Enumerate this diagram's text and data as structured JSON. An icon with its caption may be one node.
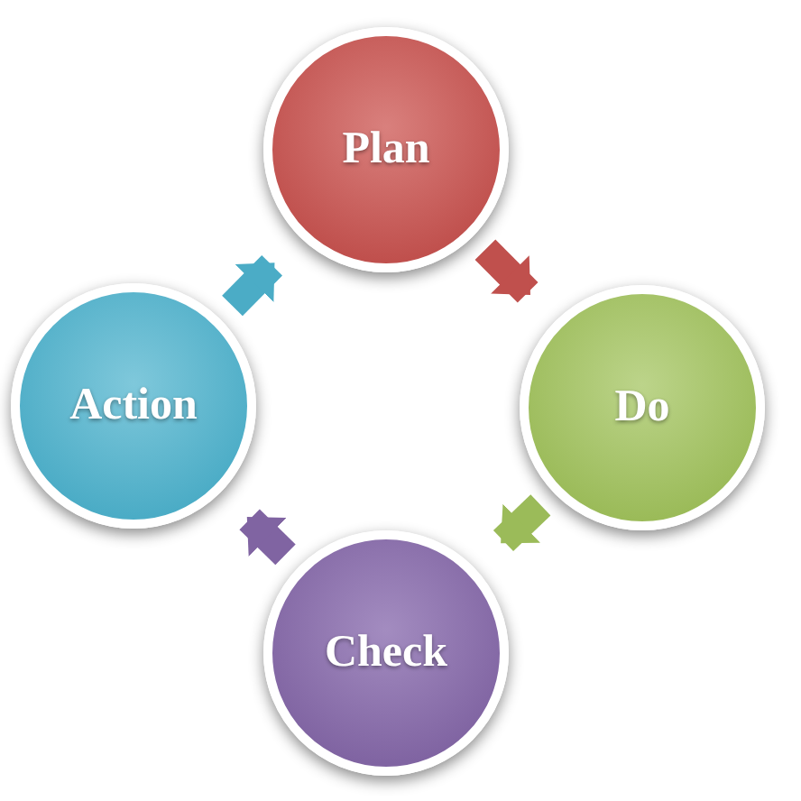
{
  "diagram": {
    "nodes": [
      {
        "text": [
          "Plan"
        ]
      },
      {
        "text": [
          "Do"
        ]
      },
      {
        "text": [
          "Check"
        ]
      },
      {
        "text": [
          "Action"
        ]
      }
    ],
    "edges": [
      {
        "from": 0,
        "to": 1,
        "arrow": "to",
        "color": "#c0504d"
      },
      {
        "from": 1,
        "to": 2,
        "arrow": "to",
        "color": "#9bbb59"
      },
      {
        "from": 2,
        "to": 3,
        "arrow": "to",
        "color": "#8064a2"
      },
      {
        "from": 3,
        "to": 0,
        "arrow": "to",
        "color": "#4bacc6"
      }
    ]
  }
}
